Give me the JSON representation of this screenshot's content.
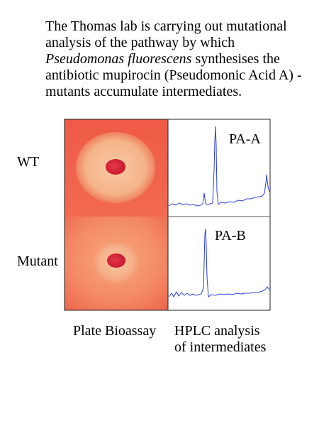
{
  "intro": {
    "lead": "The Thomas lab is carrying out mutational analysis of the pathway by which",
    "species": "Pseudomonas fluorescens",
    "tail": "synthesises the antibiotic mupirocin (Pseudomonic Acid A) - mutants accumulate intermediates."
  },
  "rows": [
    {
      "label": "WT",
      "peak_label": "PA-A"
    },
    {
      "label": "Mutant",
      "peak_label": "PA-B"
    }
  ],
  "captions": {
    "bioassay": "Plate Bioassay",
    "hplc_line1": "HPLC analysis",
    "hplc_line2": "of intermediates"
  },
  "colors": {
    "plate_outer": "#f0604a",
    "plate_inner": "#f39a74",
    "halo": "#f7c39a",
    "spot": "#d6243a",
    "trace": "#2a3fd8",
    "border": "#222222"
  }
}
